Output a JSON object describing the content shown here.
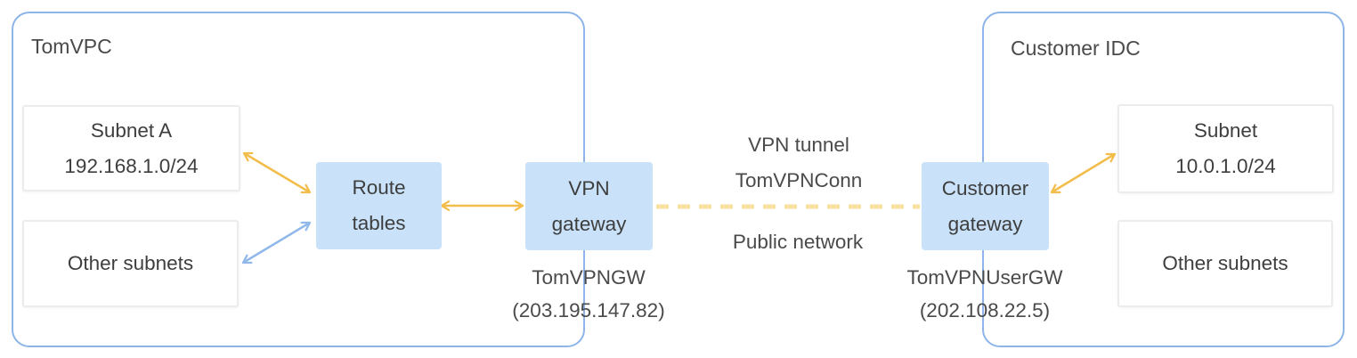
{
  "colors": {
    "container_border": "#8db5e8",
    "node_fill": "#c9e2f9",
    "box_border": "#ececec",
    "text": "#3e3e3e",
    "arrow_yellow": "#f3bd4b",
    "arrow_blue": "#90b8ea",
    "tunnel_dash": "#f8e1a1"
  },
  "vpc": {
    "title": "TomVPC",
    "subnet_a": {
      "name": "Subnet A",
      "cidr": "192.168.1.0/24"
    },
    "other_subnets": "Other subnets",
    "route_tables": "Route tables",
    "vpn_gateway": {
      "label": "VPN gateway",
      "name": "TomVPNGW",
      "ip": "(203.195.147.82)"
    }
  },
  "tunnel": {
    "title": "VPN tunnel",
    "name": "TomVPNConn",
    "medium": "Public network"
  },
  "idc": {
    "title": "Customer IDC",
    "customer_gateway": {
      "label": "Customer gateway",
      "name": "TomVPNUserGW",
      "ip": "(202.108.22.5)"
    },
    "subnet": {
      "name": "Subnet",
      "cidr": "10.0.1.0/24"
    },
    "other_subnets": "Other subnets"
  }
}
